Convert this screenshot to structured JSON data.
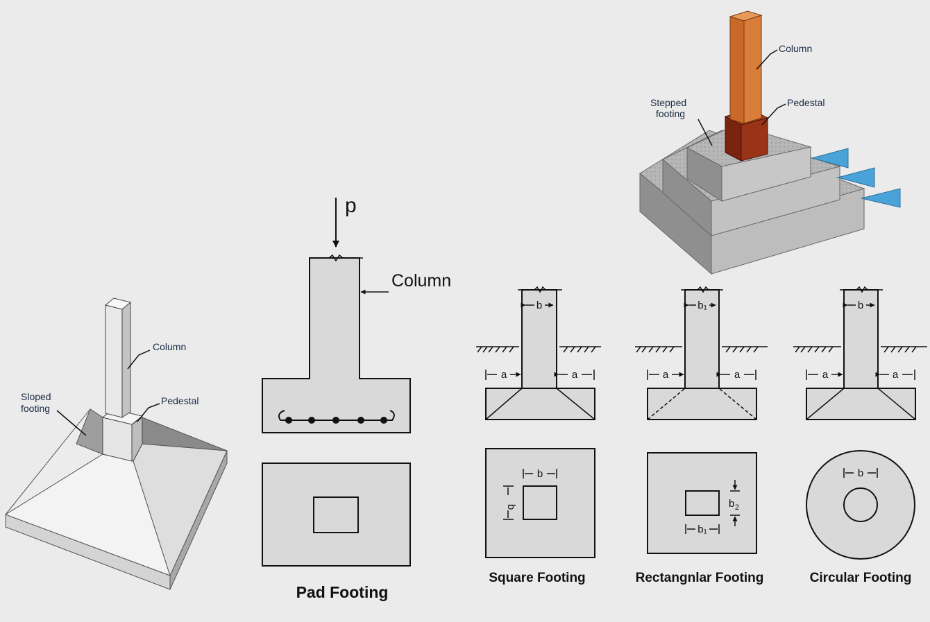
{
  "sloped": {
    "column": "Column",
    "pedestal": "Pedestal",
    "footing_line1": "Sloped",
    "footing_line2": "footing"
  },
  "pad": {
    "load": "p",
    "column": "Column",
    "caption": "Pad Footing"
  },
  "stepped": {
    "column": "Column",
    "pedestal": "Pedestal",
    "footing_line1": "Stepped",
    "footing_line2": "footing"
  },
  "square": {
    "caption": "Square Footing",
    "dim_a": "a",
    "dim_b": "b"
  },
  "rectangular": {
    "caption": "Rectangnlar Footing",
    "dim_a": "a",
    "dim_b1": "b₁",
    "dim_b2": "b",
    "dim_b2_sub": "2"
  },
  "circular": {
    "caption": "Circular Footing",
    "dim_a": "a",
    "dim_b": "b"
  },
  "colors": {
    "background": "#ebebeb",
    "concrete": "#d9d9d9",
    "column_orange": "#c8692a",
    "pedestal_red": "#8a2a12",
    "arrow_blue": "#4aa3d8"
  }
}
